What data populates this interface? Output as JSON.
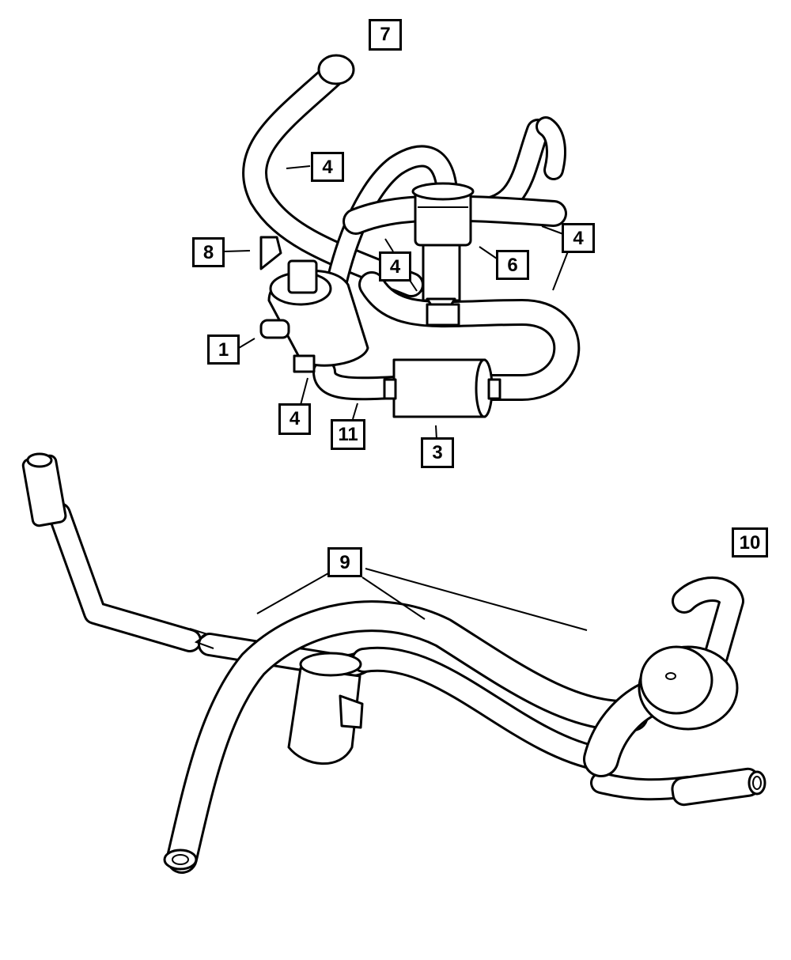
{
  "diagram": {
    "callouts": [
      {
        "id": "c7",
        "label": "7"
      },
      {
        "id": "c4a",
        "label": "4"
      },
      {
        "id": "c8",
        "label": "8"
      },
      {
        "id": "c4b",
        "label": "4"
      },
      {
        "id": "c4c",
        "label": "4"
      },
      {
        "id": "c6",
        "label": "6"
      },
      {
        "id": "c1",
        "label": "1"
      },
      {
        "id": "c4d",
        "label": "4"
      },
      {
        "id": "c11",
        "label": "11"
      },
      {
        "id": "c3",
        "label": "3"
      },
      {
        "id": "c9",
        "label": "9"
      },
      {
        "id": "c10",
        "label": "10"
      }
    ],
    "colors": {
      "line": "#000000",
      "background": "#ffffff"
    }
  }
}
